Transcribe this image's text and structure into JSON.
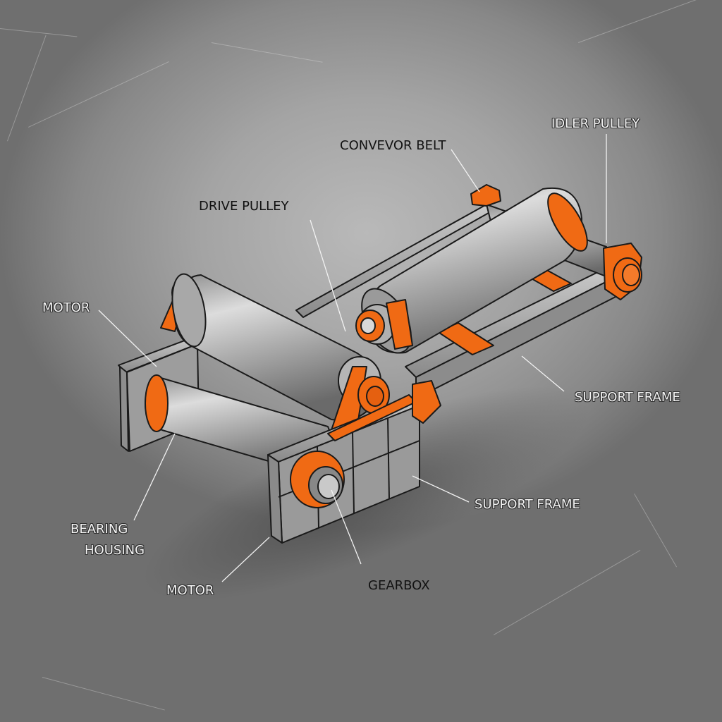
{
  "diagram": {
    "title": "Conveyor pulley assembly (isometric illustration)",
    "colors": {
      "background": "#a8a8a8",
      "steel": "#b5b5b5",
      "steel_dark": "#6e6e6e",
      "accent_orange": "#f06a14",
      "outline": "#1a1a1a",
      "label_light": "#f4f4f4",
      "label_dark": "#111111"
    },
    "labels": [
      {
        "id": "idler-pulley",
        "text": "IDLER PULLEY",
        "style": "light"
      },
      {
        "id": "conveyor-belt",
        "text": "CONVEVOR BELT",
        "style": "dark"
      },
      {
        "id": "drive-pulley",
        "text": "DRIVE PULLEY",
        "style": "dark"
      },
      {
        "id": "motor-top",
        "text": "MOTOR",
        "style": "light"
      },
      {
        "id": "support-frame-right",
        "text": "SUPPORT FRAME",
        "style": "light"
      },
      {
        "id": "support-frame-bottom",
        "text": "SUPPORT FRAME",
        "style": "light"
      },
      {
        "id": "bearing-housing-1",
        "text": "BEARING",
        "style": "light"
      },
      {
        "id": "bearing-housing-2",
        "text": "HOUSING",
        "style": "light"
      },
      {
        "id": "motor-bottom",
        "text": "MOTOR",
        "style": "light"
      },
      {
        "id": "gearbox",
        "text": "GEARBOX",
        "style": "dark"
      }
    ]
  }
}
